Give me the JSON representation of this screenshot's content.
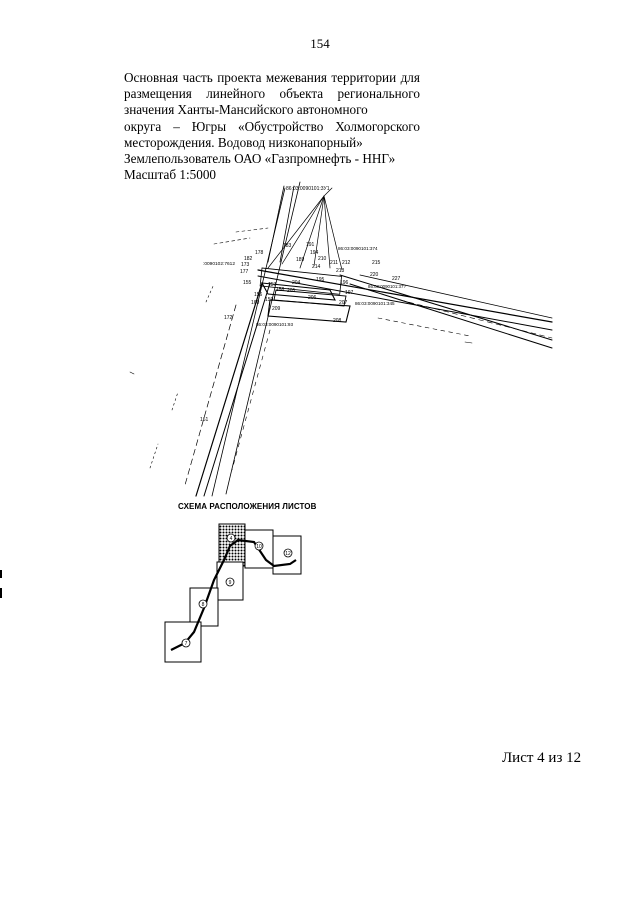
{
  "page_number": "154",
  "header": {
    "lines": [
      [
        "Основная",
        "часть",
        "проекта",
        "межевания",
        "территории",
        "для"
      ],
      [
        "размещения",
        "линейного",
        "объекта",
        "регионального"
      ],
      [
        "значения Ханты-Мансийского автономного"
      ],
      [
        "округа",
        "–",
        "Югры",
        "«Обустройство",
        "Холмогорского"
      ],
      [
        "месторождения. Водовод низконапорный»"
      ],
      [
        "Землепользователь ОАО «Газпромнефть - ННГ»"
      ],
      [
        "Масштаб 1:5000"
      ]
    ]
  },
  "map": {
    "cadastral_labels": [
      "86:03:0090101:3У1",
      "86:03:0090101:374",
      "86:03:0090101:345",
      "86:03:0090101:93",
      "86:03:0090101:37?",
      ":0090102:7612"
    ],
    "point_labels": [
      "178",
      "183",
      "191",
      "194",
      "210",
      "211",
      "212",
      "213",
      "215",
      "182",
      "173",
      "177",
      "156",
      "155",
      "157",
      "158",
      "159",
      "160",
      "172",
      "161",
      "195",
      "196",
      "197",
      "205",
      "206",
      "207",
      "208",
      "209",
      "220",
      "227",
      "204",
      "214",
      "189"
    ]
  },
  "scheme": {
    "title": "СХЕМА РАСПОЛОЖЕНИЯ ЛИСТОВ",
    "sheets": [
      "4",
      "10",
      "12",
      "9",
      "8",
      "7"
    ]
  },
  "footer": {
    "sheet_label": "Лист 4 из 12"
  },
  "colors": {
    "ink": "#000000",
    "paper": "#ffffff"
  }
}
